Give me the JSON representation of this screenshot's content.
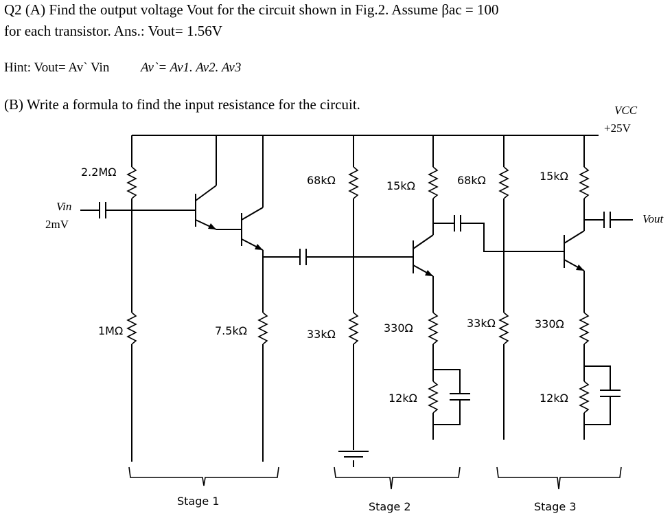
{
  "question": {
    "part_a_line1": "Q2 (A) Find the output voltage Vout for the circuit shown in Fig.2. Assume βac = 100",
    "part_a_line2": "for each transistor. Ans.: Vout= 1.56V",
    "hint_left": "Hint: Vout= Av` Vin",
    "hint_right": "Av`= Av1. Av2. Av3",
    "part_b": "(B) Write a formula to find the input resistance for the circuit."
  },
  "circuit": {
    "supply_label": "VCC",
    "supply_value": "+25V",
    "vin_label": "Vin",
    "vin_value": "2mV",
    "vout_label": "Vout",
    "resistors": {
      "r_2_2M": "2.2MΩ",
      "r_1M": "1MΩ",
      "r_7_5k": "7.5kΩ",
      "r_68k_a": "68kΩ",
      "r_33k_a": "33kΩ",
      "r_15k_a": "15kΩ",
      "r_330_a": "330Ω",
      "r_12k_a": "12kΩ",
      "r_68k_b": "68kΩ",
      "r_33k_b": "33kΩ",
      "r_15k_b": "15kΩ",
      "r_330_b": "330Ω",
      "r_12k_b": "12kΩ"
    },
    "stages": [
      "Stage 1",
      "Stage 2",
      "Stage 3"
    ]
  }
}
